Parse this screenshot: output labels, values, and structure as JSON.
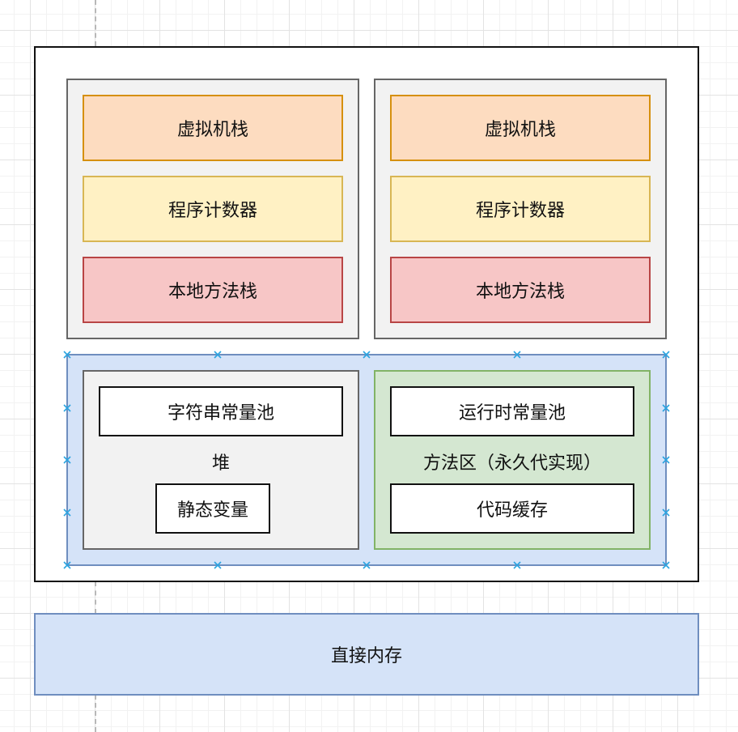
{
  "thread_left": {
    "vm_stack": "虚拟机栈",
    "program_counter": "程序计数器",
    "native_method_stack": "本地方法栈"
  },
  "thread_right": {
    "vm_stack": "虚拟机栈",
    "program_counter": "程序计数器",
    "native_method_stack": "本地方法栈"
  },
  "heap": {
    "label": "堆",
    "string_constant_pool": "字符串常量池",
    "static_variables": "静态变量"
  },
  "method_area": {
    "label": "方法区（永久代实现）",
    "runtime_constant_pool": "运行时常量池",
    "code_cache": "代码缓存"
  },
  "direct_memory": "直接内存",
  "colors": {
    "vm_stack_fill": "#fddcc0",
    "vm_stack_border": "#d6900e",
    "pc_fill": "#fff1c4",
    "pc_border": "#d8b654",
    "native_fill": "#f7c6c6",
    "native_border": "#b84545",
    "thread_fill": "#f2f2f2",
    "thread_border": "#666666",
    "shared_fill": "#d5e3f8",
    "shared_border": "#6f8ebf",
    "method_area_fill": "#d4e7d1",
    "method_area_border": "#82b366",
    "selection_handle": "#29a3e0"
  }
}
